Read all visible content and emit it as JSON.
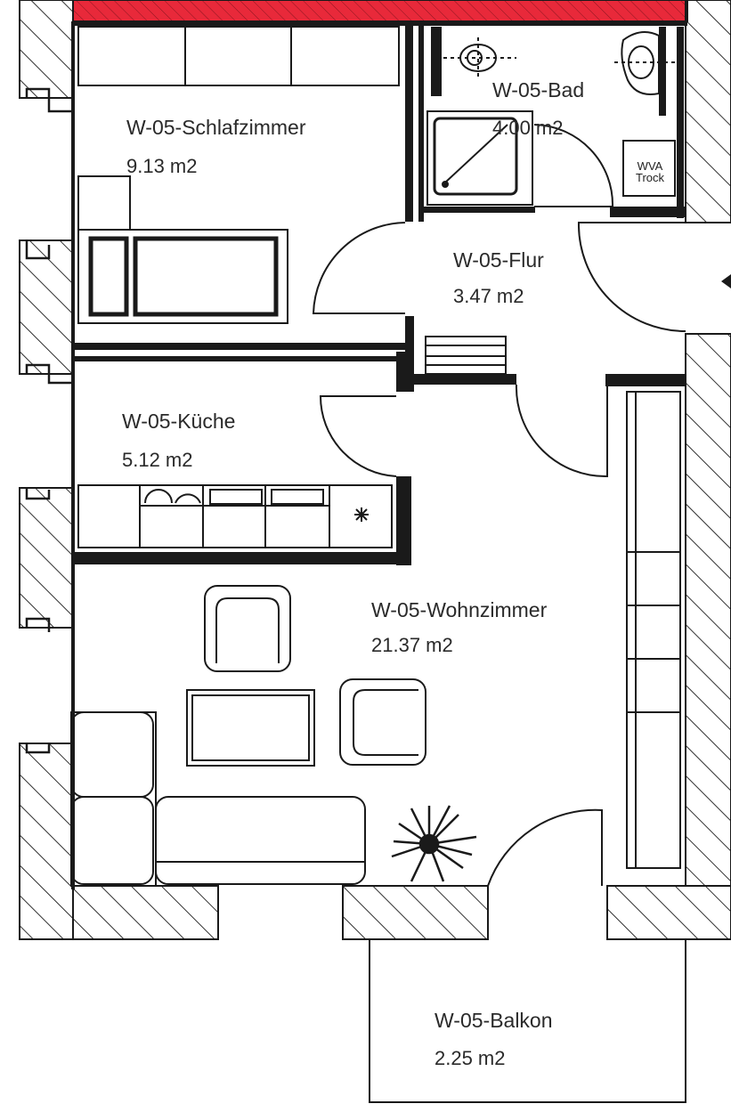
{
  "rooms": [
    {
      "label": "W-05-Schlafzimmer",
      "area": "9.13 m2"
    },
    {
      "label": "W-05-Bad",
      "area": "4.00 m2"
    },
    {
      "label": "W-05-Flur",
      "area": "3.47 m2"
    },
    {
      "label": "W-05-Küche",
      "area": "5.12 m2"
    },
    {
      "label": "W-05-Wohnzimmer",
      "area": "21.37 m2"
    },
    {
      "label": "W-05-Balkon",
      "area": "2.25 m2"
    }
  ],
  "fixtures": {
    "wva_line1": "WVA",
    "wva_line2": "Trock"
  },
  "colors": {
    "outer_wall_highlight": "#e8293a",
    "line": "#1a1a1a"
  }
}
